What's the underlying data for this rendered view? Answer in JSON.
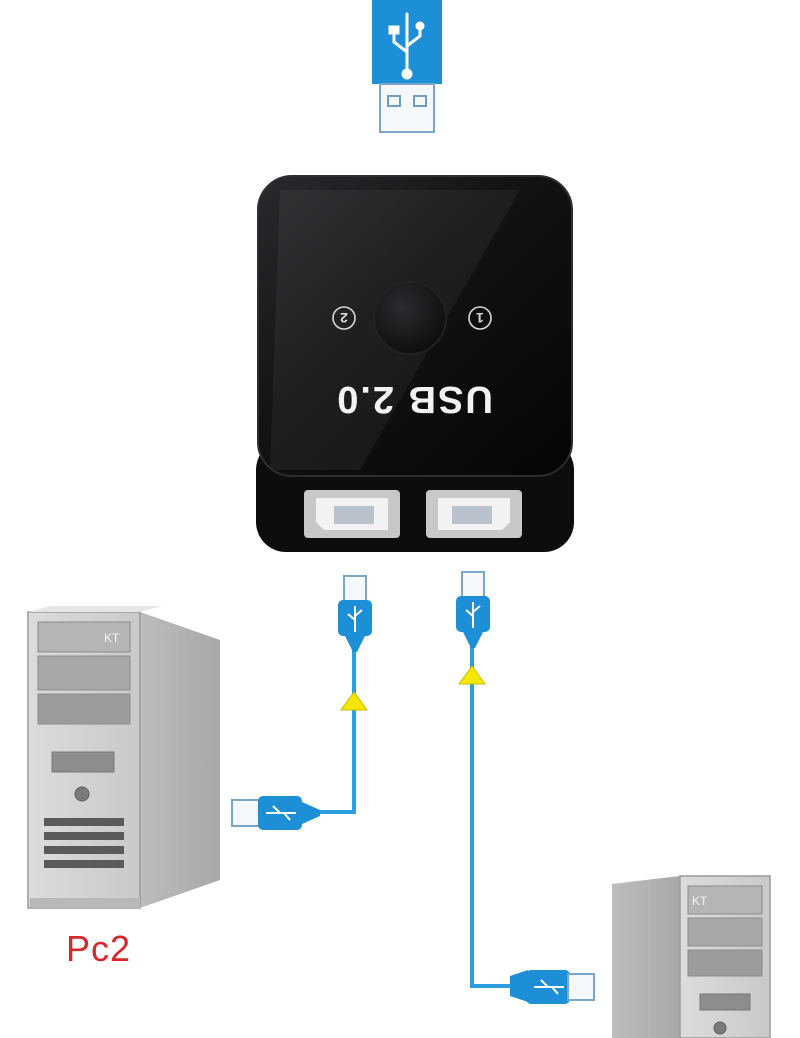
{
  "switch": {
    "label": "USB 2.0",
    "port1_label": "1",
    "port2_label": "2"
  },
  "computers": [
    {
      "label": "Pc2",
      "brand": "KT"
    },
    {
      "label": "",
      "brand": "KT"
    }
  ],
  "colors": {
    "cable": "#2a9fe0",
    "connector": "#1d8fd6",
    "arrow": "#f5e600",
    "pc_label": "#d8262b",
    "switch_body": "#0b0b0d"
  }
}
